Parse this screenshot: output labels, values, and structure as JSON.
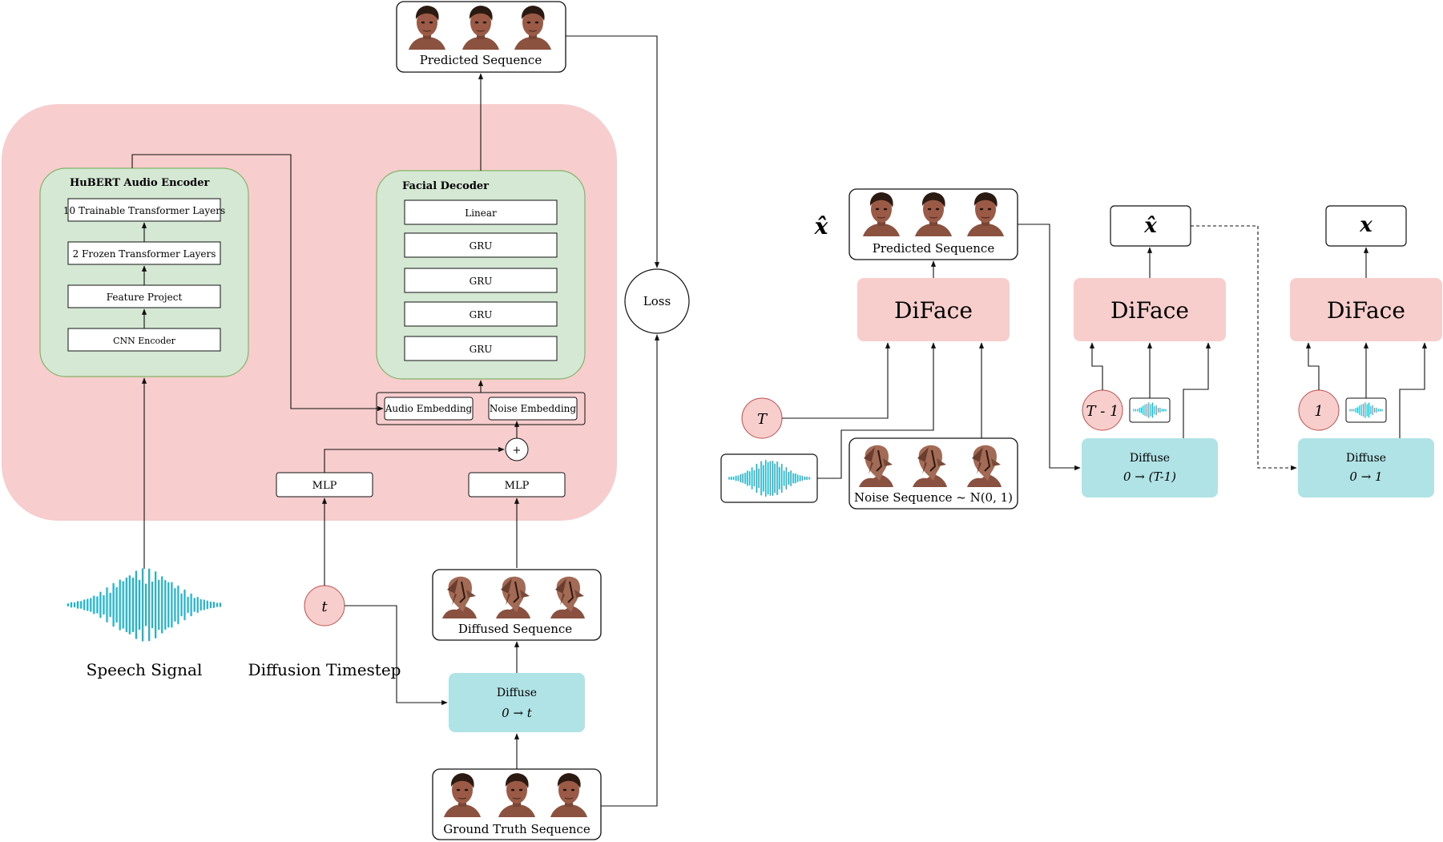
{
  "left": {
    "predicted_label": "Predicted Sequence",
    "encoder": {
      "title": "HuBERT Audio Encoder",
      "layers": [
        "10 Trainable Transformer Layers",
        "2 Frozen Transformer Layers",
        "Feature Project",
        "CNN Encoder"
      ]
    },
    "decoder": {
      "title": "Facial Decoder",
      "layers": [
        "Linear",
        "GRU",
        "GRU",
        "GRU",
        "GRU"
      ]
    },
    "audio_embedding": "Audio Embedding",
    "noise_embedding": "Noise Embedding",
    "plus": "+",
    "mlp_left": "MLP",
    "mlp_right": "MLP",
    "loss": "Loss",
    "speech_label": "Speech Signal",
    "timestep_symbol": "t",
    "timestep_label": "Diffusion Timestep",
    "diffused_label": "Diffused Sequence",
    "diffuse_title": "Diffuse",
    "diffuse_formula": "0 → t",
    "ground_truth_label": "Ground Truth Sequence"
  },
  "right": {
    "xhat_symbol": "x̂",
    "predicted_label": "Predicted Sequence",
    "diface": [
      "DiFace",
      "DiFace",
      "DiFace"
    ],
    "T_symbol": "T",
    "Tm1_symbol": "T - 1",
    "one_symbol": "1",
    "noise_label": "Noise Sequence ~ N(0, 1)",
    "xhat_box": "x̂",
    "x_box": "x",
    "diffuse1_title": "Diffuse",
    "diffuse1_formula": "0 → (T-1)",
    "diffuse2_title": "Diffuse",
    "diffuse2_formula": "0 → 1"
  },
  "colors": {
    "pink_bg": "#f7cdcd",
    "green_bg": "#d5e8d4",
    "green_border": "#82b366",
    "cyan": "#b0e3e6",
    "wave": "#19b6d2",
    "diface": "#f8cecc",
    "circle": "#f8cecc",
    "circle_border": "#c0504d",
    "skin_dark": "#5b3a2c",
    "skin": "#a9664b"
  }
}
